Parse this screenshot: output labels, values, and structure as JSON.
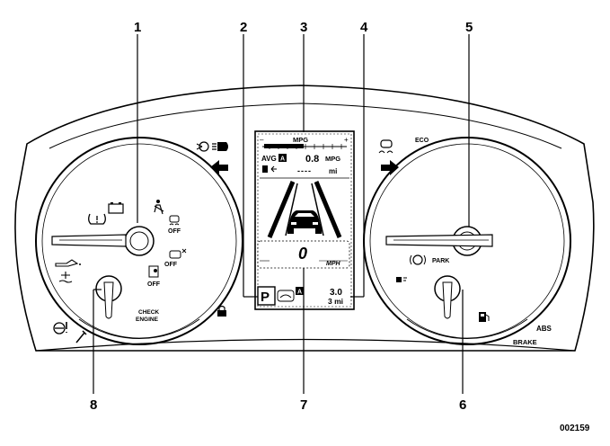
{
  "callouts": [
    "1",
    "2",
    "3",
    "4",
    "5",
    "6",
    "7",
    "8"
  ],
  "figure_id": "002159",
  "display": {
    "mpg_scale_label": "MPG",
    "mpg_minus": "–",
    "mpg_plus": "+",
    "avg_label": "AVG",
    "avg_tag": "A",
    "avg_value": "0.8",
    "avg_unit": "MPG",
    "range_value": "----",
    "range_unit": "mi",
    "speed_value": "0",
    "speed_unit": "MPH",
    "gear": "P",
    "trip_tag": "A",
    "trip_value": "3.0",
    "trip_unit": "3 mi"
  },
  "left_cluster": {
    "check_engine_line1": "CHECK",
    "check_engine_line2": "ENGINE",
    "off_label_1": "OFF",
    "off_label_2": "OFF",
    "off_label_3": "OFF"
  },
  "right_cluster": {
    "eco_label": "ECO",
    "park_label": "PARK",
    "brake_label": "BRAKE",
    "abs_label": "ABS"
  },
  "icons": [
    "fog-light-icon",
    "left-turn-arrow-icon",
    "battery-icon",
    "seatbelt-icon",
    "tpms-icon",
    "traction-off-icon",
    "oil-pressure-icon",
    "coolant-icon",
    "airbag-off-icon",
    "security-lock-icon",
    "power-steering-icon",
    "traction-icon",
    "right-turn-arrow-icon",
    "parking-brake-icon",
    "brake-pad-icon",
    "fuel-icon",
    "fuel-pump-icon",
    "car-icon"
  ]
}
